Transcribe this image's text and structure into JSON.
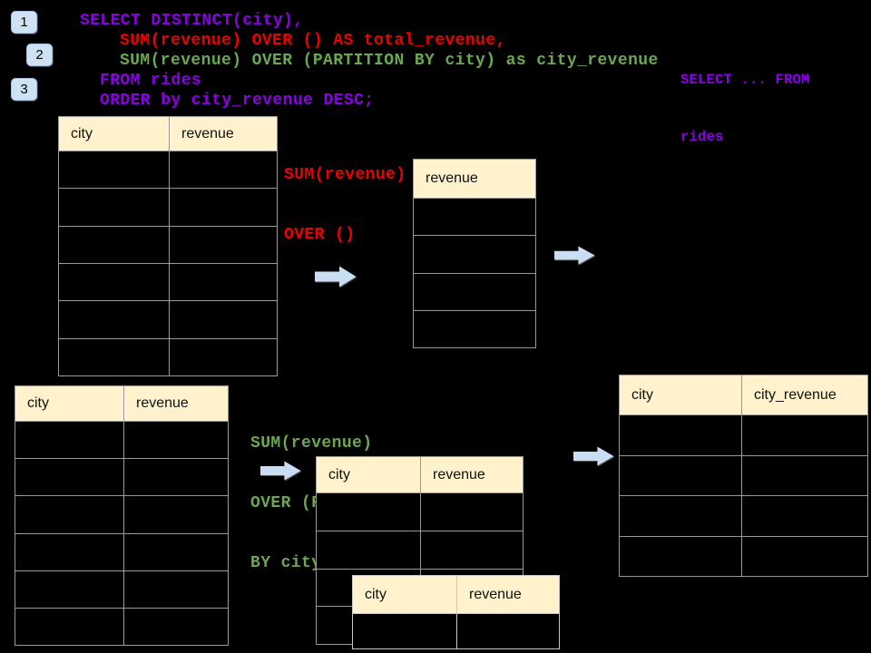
{
  "badges": [
    {
      "label": "1"
    },
    {
      "label": "2"
    },
    {
      "label": "3"
    }
  ],
  "code": {
    "lines": [
      {
        "text": "SELECT DISTINCT(city),",
        "color": "#8C00E8"
      },
      {
        "text": "SUM(revenue) OVER () AS total_revenue,",
        "color": "#EE0000"
      },
      {
        "text": "SUM(revenue) OVER (PARTITION BY city) as city_revenue",
        "color": "#6AA84F"
      },
      {
        "text": "FROM rides",
        "color": "#8C00E8"
      },
      {
        "text": "ORDER by city_revenue DESC;",
        "color": "#8C00E8"
      }
    ]
  },
  "side_note": {
    "lines": [
      "SELECT ... FROM",
      "rides"
    ],
    "color": "#8C00E8"
  },
  "annotations": {
    "total": {
      "lines": [
        "SUM(revenue)",
        "OVER ()"
      ],
      "color": "#EE0000"
    },
    "partition": {
      "lines": [
        "SUM(revenue)",
        "OVER (PARTITION",
        "BY city)"
      ],
      "color": "#6AA84F"
    }
  },
  "tables": {
    "source_top": {
      "headers": [
        "city",
        "revenue"
      ],
      "row_count": 6
    },
    "total_revenue": {
      "headers": [
        "revenue"
      ],
      "row_count": 4
    },
    "source_bottom": {
      "headers": [
        "city",
        "revenue"
      ],
      "row_count": 6
    },
    "partition_step": {
      "headers": [
        "city",
        "revenue"
      ],
      "row_count": 4
    },
    "partition_overlay": {
      "headers": [
        "city",
        "revenue"
      ],
      "row_count": 1
    },
    "city_revenue_result": {
      "headers": [
        "city",
        "city_revenue"
      ],
      "row_count": 4
    }
  },
  "icons": {
    "flow_arrow": "arrow-right-icon"
  },
  "colors": {
    "background": "#000000",
    "header_fill": "#FFF2CC",
    "table_border": "#999999",
    "overlay_table_border": "#C9C9C9",
    "arrow_fill": "#C9DDF3",
    "badge_fill": "#CFE2F3",
    "code_purple": "#8C00E8",
    "code_red": "#EE0000",
    "code_green": "#6AA84F"
  }
}
